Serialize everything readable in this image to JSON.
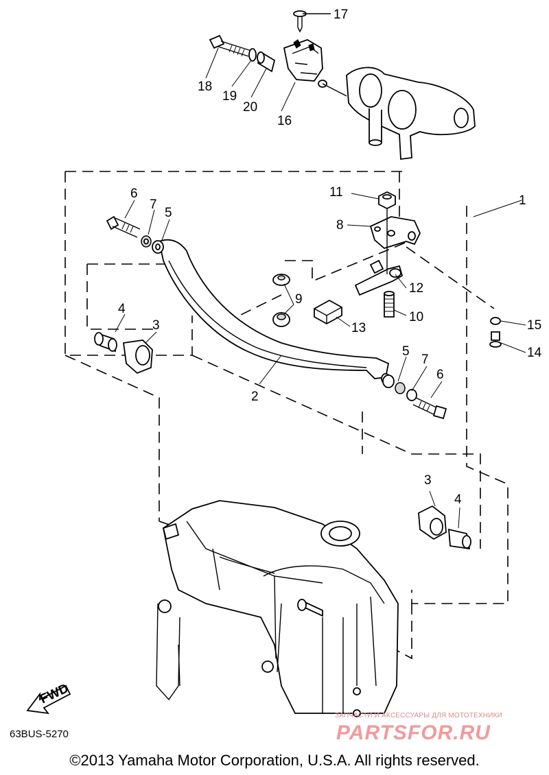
{
  "diagram": {
    "code": "63BUS-5270",
    "copyright": "©2013 Yamaha Motor Corporation, U.S.A. All rights reserved.",
    "fwd_label": "FWD",
    "callouts": [
      "1",
      "2",
      "3",
      "3",
      "4",
      "4",
      "5",
      "5",
      "6",
      "6",
      "7",
      "7",
      "8",
      "9",
      "10",
      "11",
      "12",
      "13",
      "14",
      "15",
      "16",
      "17",
      "18",
      "19",
      "20"
    ]
  },
  "watermark": {
    "subtitle": "ЗАПЧАСТИ И АКСЕССУАРЫ ДЛЯ МОТОТЕХНИКИ",
    "brand": "PARTSFOR.RU"
  }
}
